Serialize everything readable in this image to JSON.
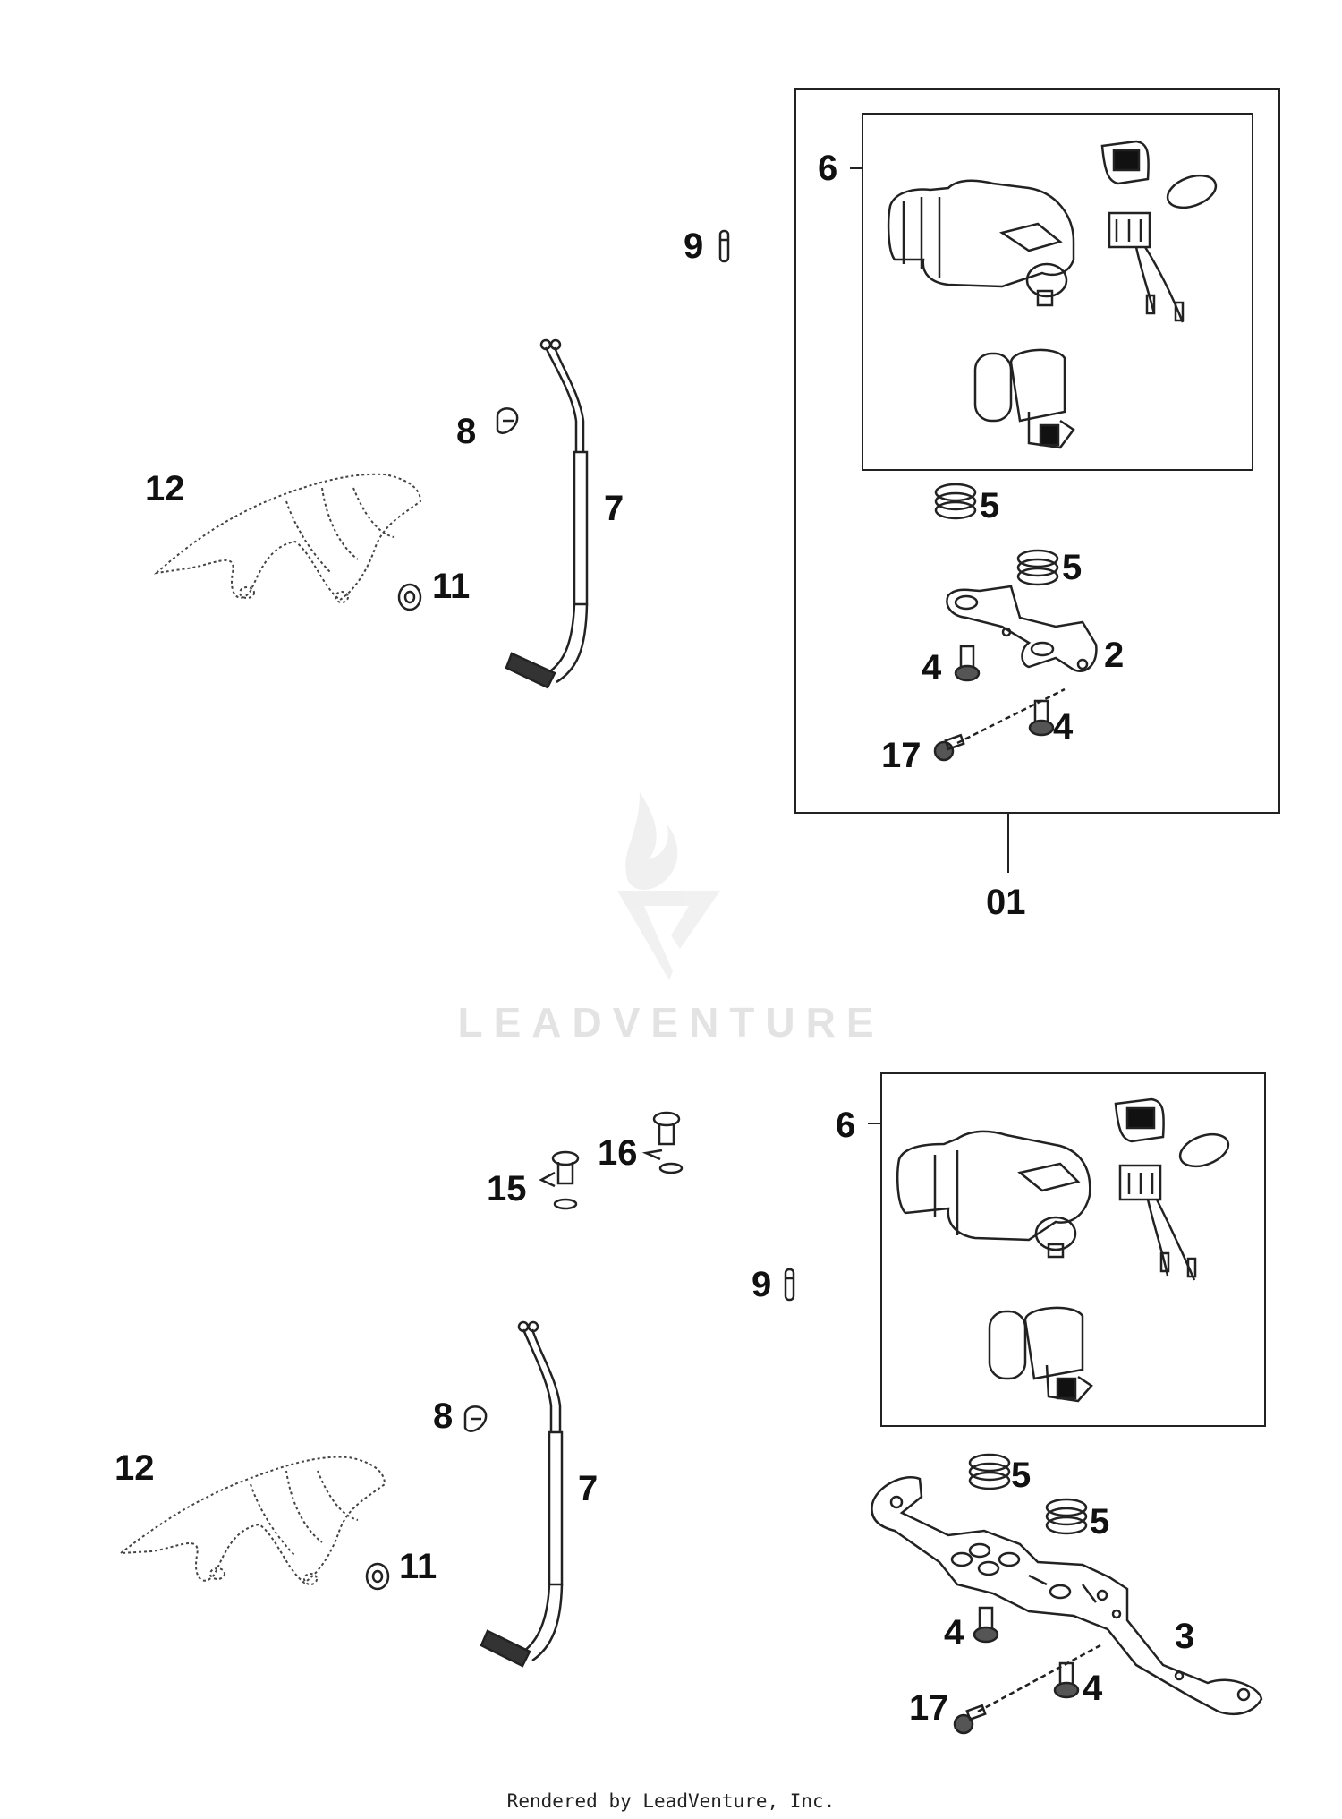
{
  "diagram": {
    "top_group": {
      "kit_label": "01",
      "callouts": {
        "c6": "6",
        "c9": "9",
        "c8": "8",
        "c7": "7",
        "c12": "12",
        "c11": "11",
        "c5a": "5",
        "c5b": "5",
        "c2": "2",
        "c4a": "4",
        "c4b": "4",
        "c17": "17"
      }
    },
    "bottom_group": {
      "callouts": {
        "c6": "6",
        "c9": "9",
        "c8": "8",
        "c7": "7",
        "c12": "12",
        "c11": "11",
        "c15": "15",
        "c16": "16",
        "c5a": "5",
        "c5b": "5",
        "c3": "3",
        "c4a": "4",
        "c4b": "4",
        "c17": "17"
      }
    }
  },
  "watermark": {
    "brand": "LEADVENTURE"
  },
  "footer": {
    "text": "Rendered by LeadVenture, Inc."
  }
}
